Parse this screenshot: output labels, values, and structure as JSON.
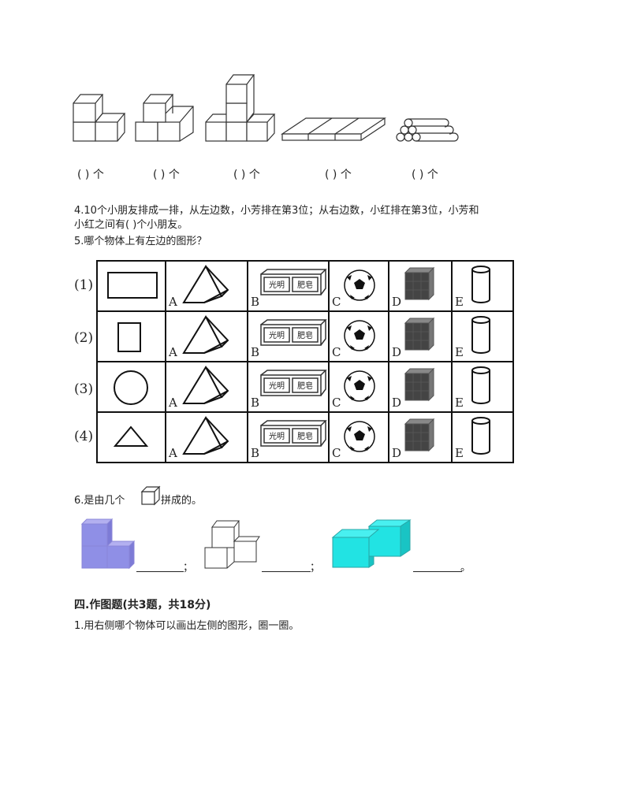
{
  "q3": {
    "blanks": [
      "( ) 个",
      "( ) 个",
      "( ) 个",
      "( ) 个",
      "( ) 个"
    ]
  },
  "q4": {
    "line1": "4.10个小朋友排成一排，从左边数，小芳排在第3位；从右边数，小红排在第3位，小芳和",
    "line2": "小红之间有(      )个小朋友。"
  },
  "q5": {
    "title": "5.哪个物体上有左边的图形？",
    "rows": [
      "(1)",
      "(2)",
      "(3)",
      "(4)"
    ],
    "options": [
      "A",
      "B",
      "C",
      "D",
      "E"
    ],
    "soap_text": [
      "光明",
      "肥皂"
    ]
  },
  "q6": {
    "prefix": "6.是由几个",
    "suffix": "拼成的。",
    "punct": [
      "；",
      "；",
      "。"
    ]
  },
  "section4": {
    "heading": "四.作图题(共3题，共18分)",
    "q1": "1.用右侧哪个物体可以画出左侧的图形，圈一圈。"
  }
}
